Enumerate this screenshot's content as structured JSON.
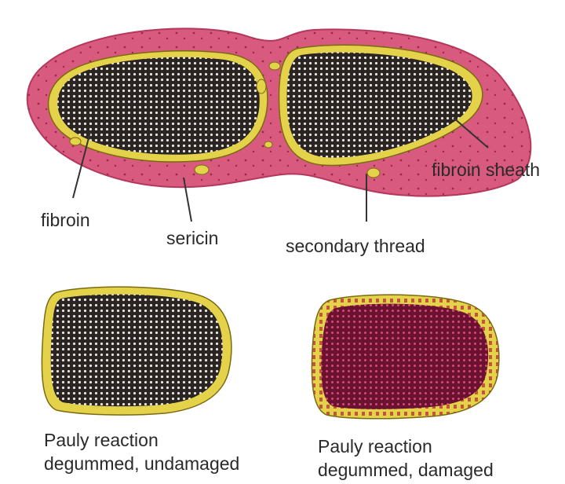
{
  "labels": {
    "fibroin_sheath": "fibroin sheath",
    "fibroin": "fibroin",
    "sericin": "sericin",
    "secondary_thread": "secondary thread"
  },
  "captions": {
    "left": {
      "line1": "Pauly reaction",
      "line2": "degummed, undamaged"
    },
    "right": {
      "line1": "Pauly reaction",
      "line2": "degummed, damaged"
    }
  },
  "colors": {
    "sericin": "#d85a7e",
    "sericin_dots": "#9c2a4e",
    "fibroin_sheath": "#e3d24a",
    "fibroin_core_dark": "#2a2422",
    "fibroin_damaged": "#7a1a3a",
    "leader_line": "#333333",
    "text": "#2a2a2a"
  }
}
